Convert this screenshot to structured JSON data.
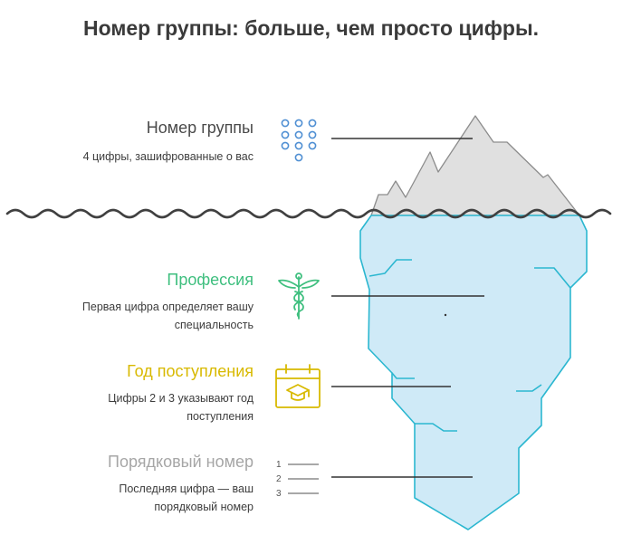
{
  "title": "Номер группы: больше, чем просто цифры.",
  "items": [
    {
      "heading": "Номер группы",
      "description": "4 цифры, зашифрованные о вас",
      "icon": "dots-grid-icon",
      "color": "#4a4a4a"
    },
    {
      "heading": "Профессия",
      "description": "Первая цифра определяет вашу\nспециальность",
      "icon": "caduceus-icon",
      "color": "#3fbf7f"
    },
    {
      "heading": "Год поступления",
      "description": "Цифры 2 и 3 указывают год\nпоступления",
      "icon": "calendar-graduation-icon",
      "color": "#d8b900"
    },
    {
      "heading": "Порядковый номер",
      "description": "Последняя цифра — ваш\nпорядковый номер",
      "icon": "numbered-list-icon",
      "color": "#a6a6a6"
    }
  ],
  "list_numbers": [
    "1",
    "2",
    "3"
  ]
}
